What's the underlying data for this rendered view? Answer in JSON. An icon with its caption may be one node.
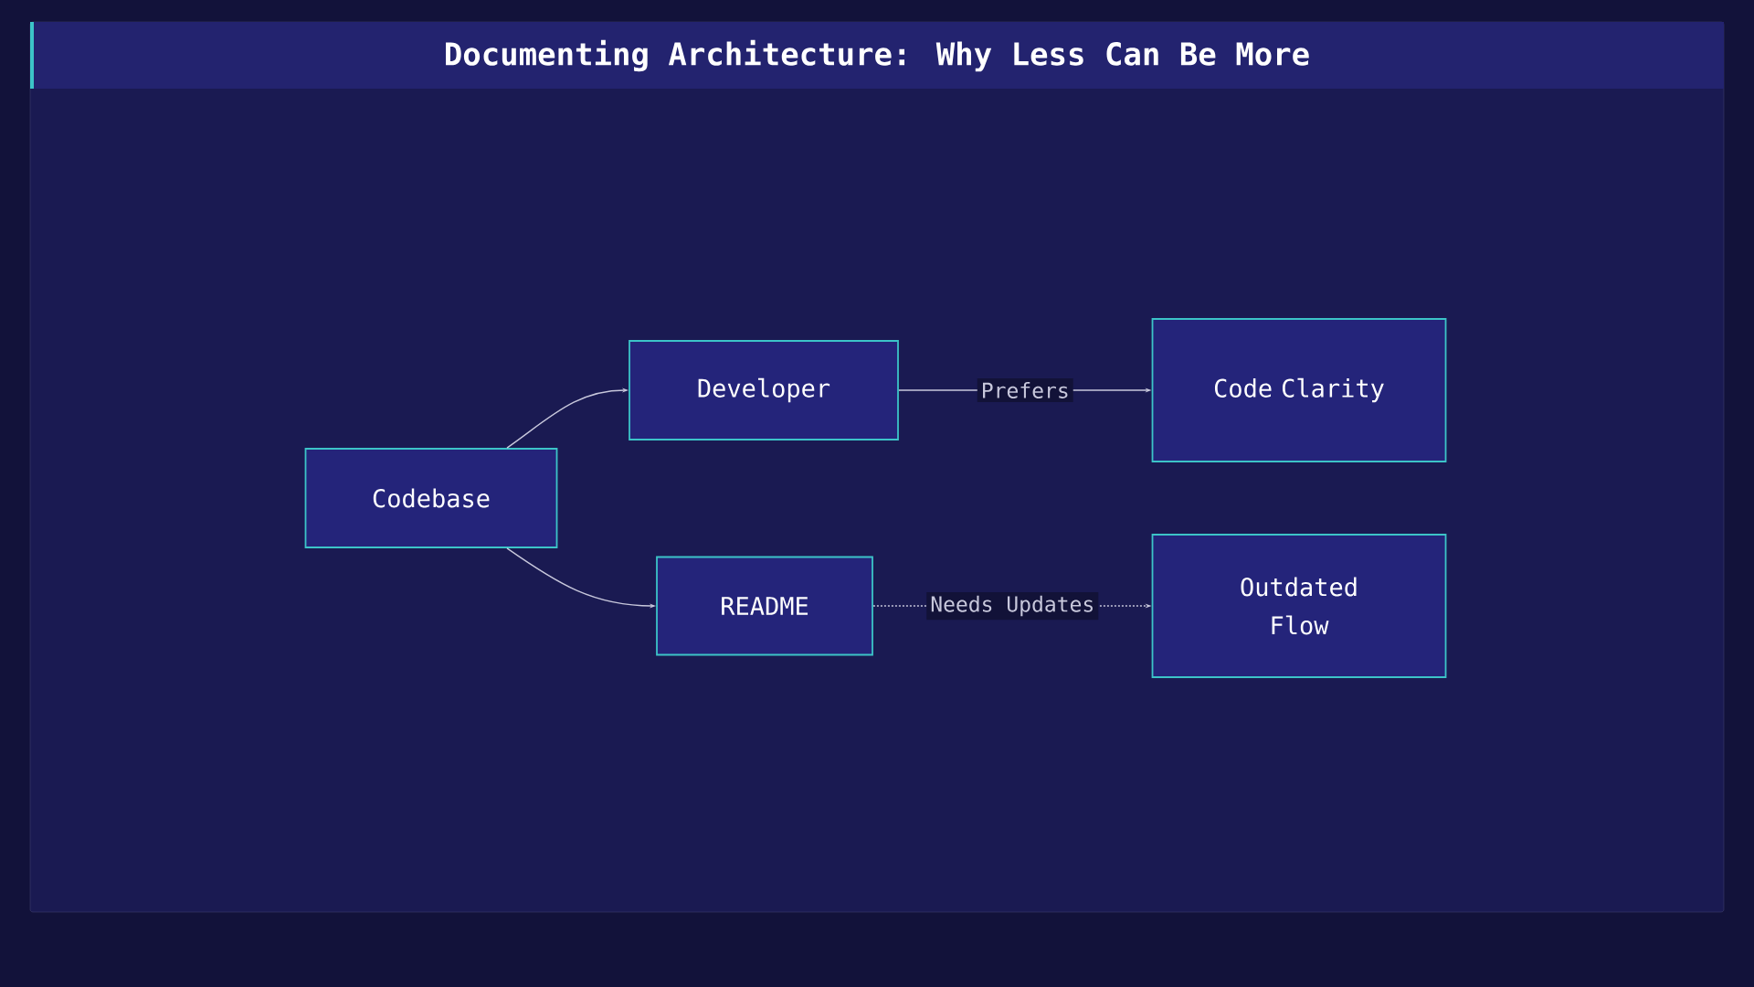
{
  "diagram": {
    "title": "Documenting Architecture: Why Less Can Be More",
    "nodes": [
      {
        "text": [
          "Codebase"
        ]
      },
      {
        "text": [
          "Developer"
        ]
      },
      {
        "text": [
          "Code Clarity"
        ]
      },
      {
        "text": [
          "README"
        ]
      },
      {
        "text": [
          "Outdated Flow"
        ]
      }
    ],
    "edges": [
      {
        "from": 0,
        "to": 1,
        "arrow": "to"
      },
      {
        "from": 0,
        "to": 3,
        "arrow": "to"
      },
      {
        "from": 1,
        "to": 2,
        "arrow": "to",
        "label": "Prefers"
      },
      {
        "from": 3,
        "to": 4,
        "arrow": "to",
        "label": "Needs Updates",
        "style": "dashed"
      }
    ]
  }
}
